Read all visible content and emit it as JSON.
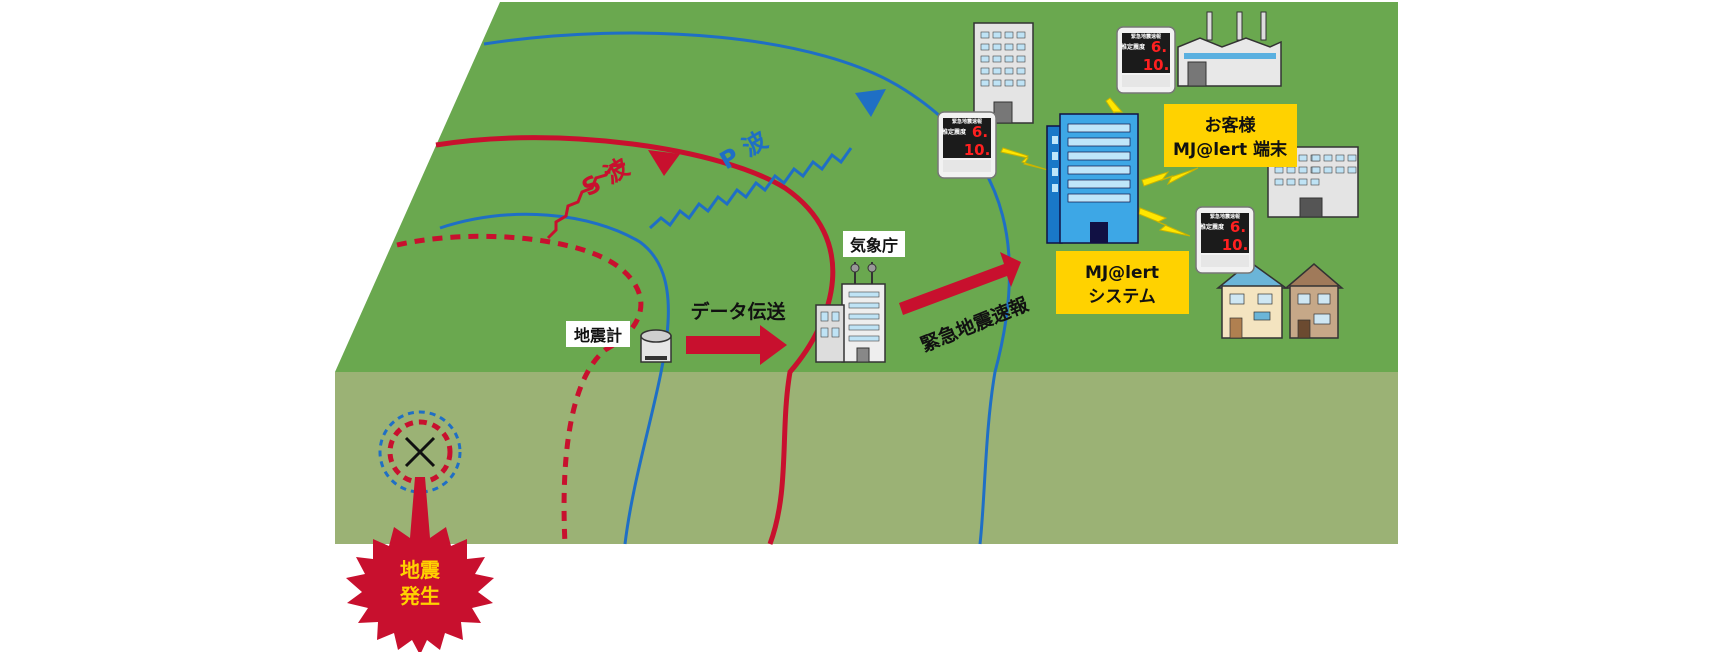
{
  "labels": {
    "s_wave": "S 波",
    "p_wave": "P 波",
    "seismometer": "地震計",
    "data_transfer": "データ伝送",
    "jma": "気象庁",
    "eew": "緊急地震速報",
    "system_line1": "MJ@lert",
    "system_line2": "システム",
    "terminal_line1": "お客様",
    "terminal_line2": "MJ@lert 端末",
    "quake_line1": "地震",
    "quake_line2": "発生"
  },
  "device": {
    "header": "緊急地震速報",
    "sub": "推定震度",
    "intensity": "6.",
    "seconds": "10."
  },
  "colors": {
    "ground_top": "#6aa84f",
    "ground_side": "#9bb275",
    "s_wave": "#c8102e",
    "p_wave": "#1f6fc5",
    "label_box": "#ffd200",
    "burst": "#c8102e",
    "burst_text": "#ffd200",
    "lightning": "#ffe600"
  }
}
